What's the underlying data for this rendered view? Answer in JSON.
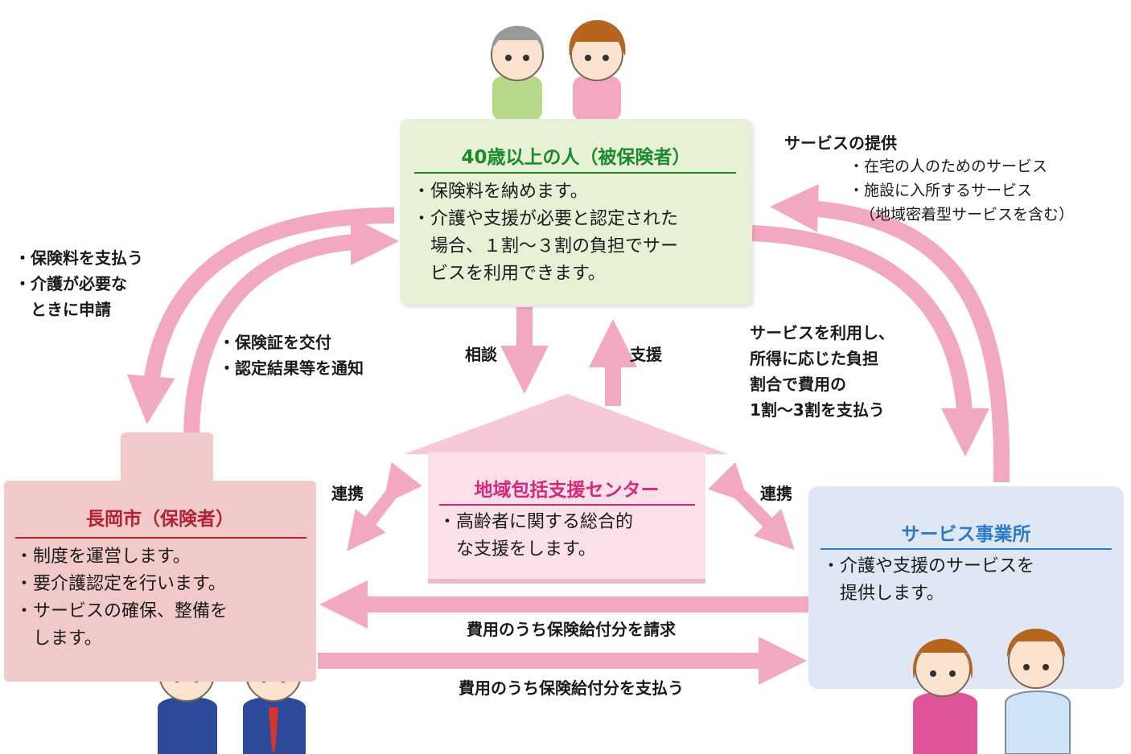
{
  "insured": {
    "title": "40歳以上の人（被保険者）",
    "lines": [
      "・保険料を納めます。",
      "・介護や支援が必要と認定された",
      "　場合、１割～３割の負担でサー",
      "　ビスを利用できます。"
    ]
  },
  "city": {
    "title": "長岡市（保険者）",
    "lines": [
      "・制度を運営します。",
      "・要介護認定を行います。",
      "・サービスの確保、整備を",
      "　します。"
    ]
  },
  "center": {
    "title": "地域包括支援センター",
    "lines": [
      "・高齢者に関する総合的",
      "　な支援をします。"
    ]
  },
  "provider": {
    "title": "サービス事業所",
    "lines": [
      "・介護や支援のサービスを",
      "　提供します。"
    ]
  },
  "labels": {
    "pay_premium": [
      "・保険料を支払う",
      "・介護が必要な",
      "　ときに申請"
    ],
    "issue_card": [
      "・保険証を交付",
      "・認定結果等を通知"
    ],
    "consult": "相談",
    "support": "支援",
    "service_provision_title": "サービスの提供",
    "service_provision_items": [
      "・在宅の人のためのサービス",
      "・施設に入所するサービス",
      "（地域密着型サービスを含む）"
    ],
    "use_service": [
      "サービスを利用し、",
      "所得に応じた負担",
      "割合で費用の",
      "1割～3割を支払う"
    ],
    "cooperate_left": "連携",
    "cooperate_right": "連携",
    "claim": "費用のうち保険給付分を請求",
    "payment": "費用のうち保険給付分を支払う"
  },
  "colors": {
    "arrow": "#f2a8bf",
    "insured_bg": "#e6f1d6",
    "insured_title": "#1a8a2a",
    "city_bg": "#f1c9c9",
    "city_title": "#b22233",
    "center_bg": "#fbe0e8",
    "center_roof": "#f7c9d7",
    "center_title": "#d4287a",
    "provider_bg": "#dfe7f5",
    "provider_title": "#2a7bc8"
  }
}
